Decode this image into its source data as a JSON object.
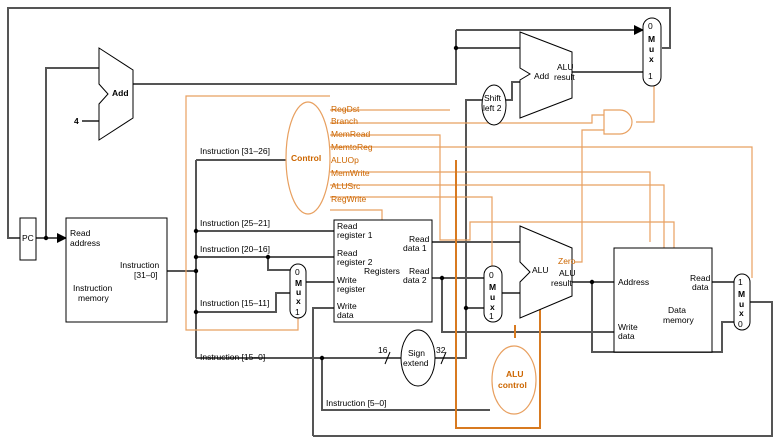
{
  "pc": {
    "label": "PC"
  },
  "add4": {
    "label": "Add",
    "const": "4"
  },
  "imem": {
    "read_address": [
      "Read",
      "address"
    ],
    "instruction": [
      "Instruction",
      "[31–0]"
    ],
    "name": [
      "Instruction",
      "memory"
    ]
  },
  "fields": {
    "f31_26": "Instruction [31–26]",
    "f25_21": "Instruction [25–21]",
    "f20_16": "Instruction [20–16]",
    "f15_11": "Instruction [15–11]",
    "f15_0": "Instruction [15–0]",
    "f5_0": "Instruction [5–0]"
  },
  "control": {
    "label": "Control",
    "signals": [
      "RegDst",
      "Branch",
      "MemRead",
      "MemtoReg",
      "ALUOp",
      "MemWrite",
      "ALUSrc",
      "RegWrite"
    ]
  },
  "registers": {
    "read_reg1": [
      "Read",
      "register 1"
    ],
    "read_reg2": [
      "Read",
      "register 2"
    ],
    "write_reg": [
      "Write",
      "register"
    ],
    "write_data": [
      "Write",
      "data"
    ],
    "read_data1": [
      "Read",
      "data 1"
    ],
    "read_data2": [
      "Read",
      "data 2"
    ],
    "name": "Registers"
  },
  "mux_labels": {
    "top_mux": [
      "0",
      "M",
      "u",
      "x",
      "1"
    ],
    "reg_mux": [
      "0",
      "M",
      "u",
      "x",
      "1"
    ],
    "alusrc_mux": [
      "0",
      "M",
      "u",
      "x",
      "1"
    ],
    "memtoreg_mux": [
      "1",
      "M",
      "u",
      "x",
      "0"
    ]
  },
  "shift": {
    "label": [
      "Shift",
      "left 2"
    ]
  },
  "branch_adder": {
    "add": "Add",
    "result": [
      "ALU",
      "result"
    ]
  },
  "alu": {
    "label": "ALU",
    "zero": "Zero",
    "result": [
      "ALU",
      "result"
    ]
  },
  "sign_extend": {
    "label": [
      "Sign",
      "extend"
    ],
    "in_bits": "16",
    "out_bits": "32"
  },
  "alu_control": {
    "label": [
      "ALU",
      "control"
    ]
  },
  "dmem": {
    "address": "Address",
    "read_data": [
      "Read",
      "data"
    ],
    "write_data": [
      "Write",
      "data"
    ],
    "name": [
      "Data",
      "memory"
    ]
  }
}
